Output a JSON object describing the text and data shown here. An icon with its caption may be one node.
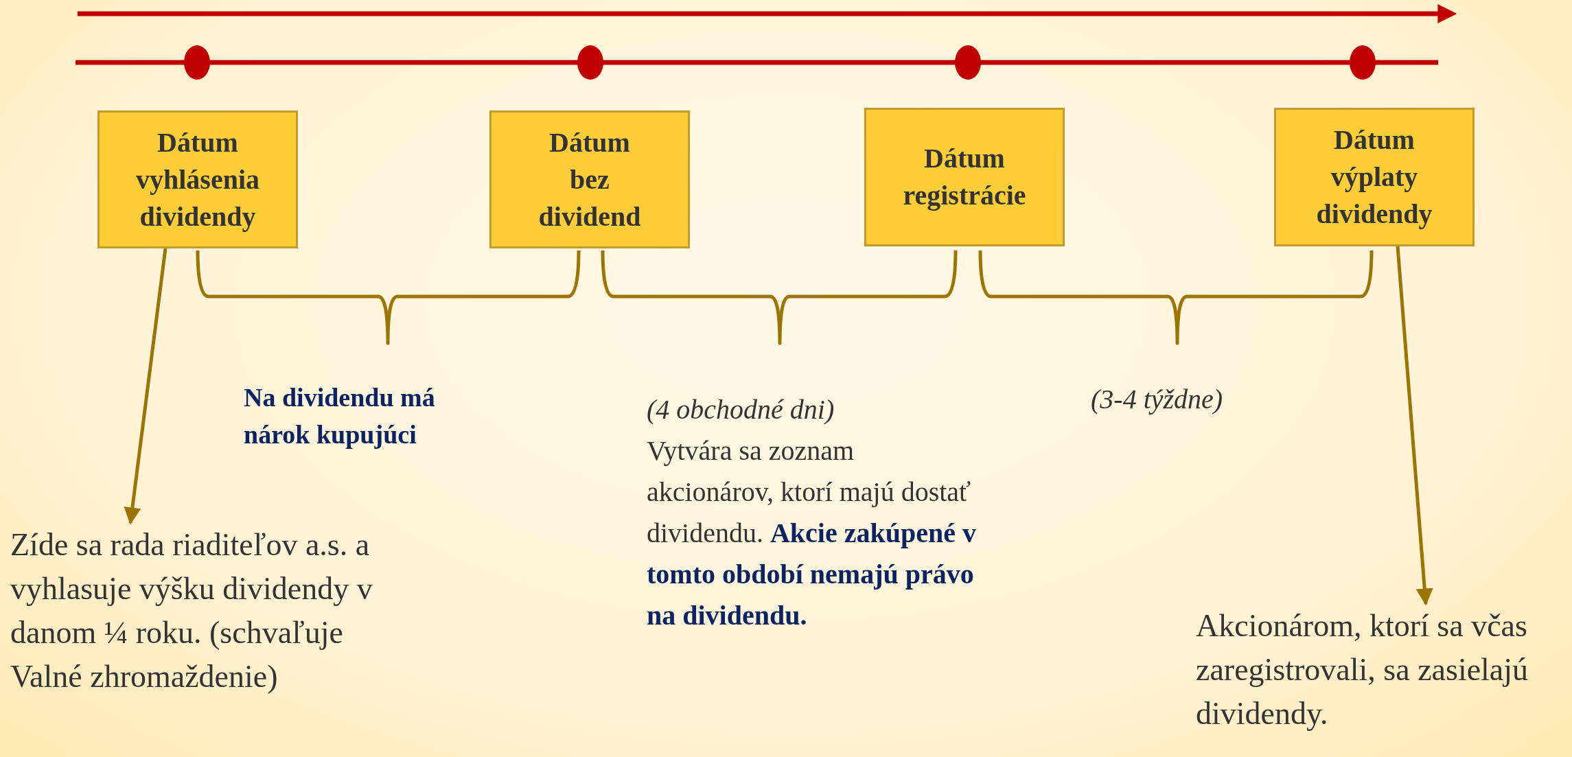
{
  "diagram": {
    "nodes": [
      {
        "text": [
          "Dátum vyhlásenia dividendy"
        ]
      },
      {
        "text": [
          "Dátum bez dividend"
        ]
      },
      {
        "text": [
          "Dátum registrácie"
        ]
      },
      {
        "text": [
          "Dátum výplaty dividendy"
        ]
      },
      {
        "text": [
          "Zíde sa rada riaditeľov a.s. a vyhlasuje výšku dividendy v danom ¼ roku. (schvaľuje Valné zhromaždenie)"
        ]
      },
      {
        "text": [
          "Akcionárom, ktorí sa včas zaregistrovali, sa zasielajú dividendy."
        ]
      }
    ],
    "edges": [
      {
        "from": 0,
        "to": 4,
        "arrow": "to"
      },
      {
        "from": 3,
        "to": 5,
        "arrow": "to"
      }
    ],
    "labels": [
      "Na dividendu má nárok kupujúci",
      "(4 obchodné dni)",
      "Vytvára sa zoznam akcionárov, ktorí majú dostať dividendu. **Akcie zakúpené v tomto období nemajú právo na dividendu.**",
      "(3-4 týždne)"
    ]
  }
}
